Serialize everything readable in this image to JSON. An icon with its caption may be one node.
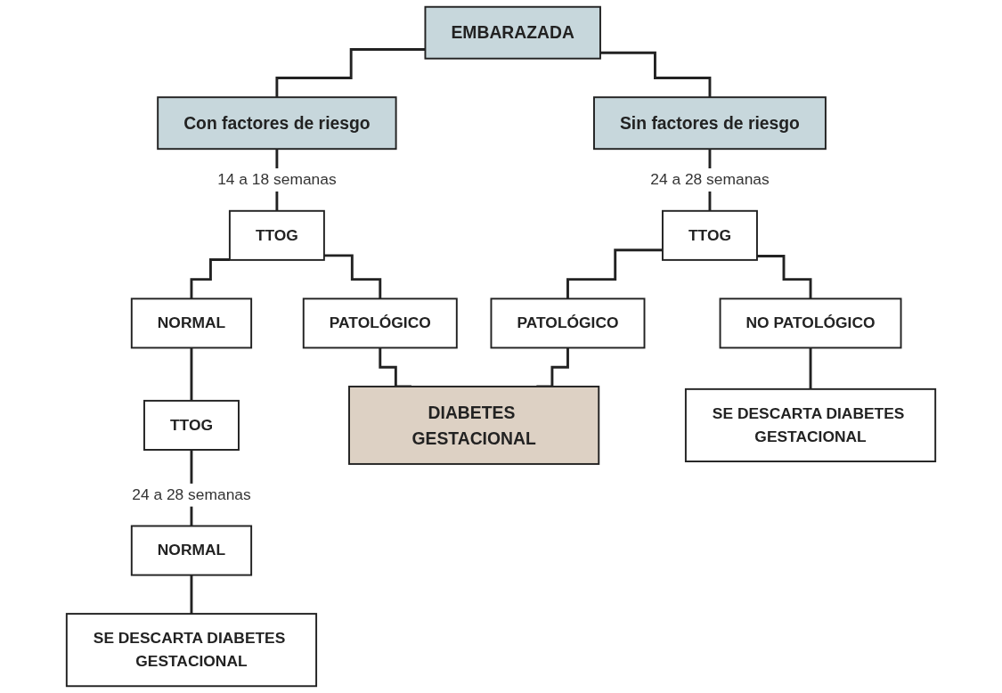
{
  "diagram": {
    "nodes": [
      {
        "text": [
          "EMBARAZADA"
        ]
      },
      {
        "text": [
          "Con factores de riesgo"
        ]
      },
      {
        "text": [
          "Sin factores de riesgo"
        ]
      },
      {
        "text": [
          "TTOG"
        ]
      },
      {
        "text": [
          "NORMAL"
        ]
      },
      {
        "text": [
          "PATOLÓGICO"
        ]
      },
      {
        "text": [
          "TTOG"
        ]
      },
      {
        "text": [
          "NORMAL"
        ]
      },
      {
        "text": [
          "SE DESCARTA DIABETES GESTACIONAL"
        ]
      },
      {
        "text": [
          "DIABETES GESTACIONAL"
        ]
      },
      {
        "text": [
          "TTOG"
        ]
      },
      {
        "text": [
          "PATOLÓGICO"
        ]
      },
      {
        "text": [
          "NO PATOLÓGICO"
        ]
      },
      {
        "text": [
          "SE DESCARTA DIABETES GESTACIONAL"
        ]
      }
    ],
    "edges": [
      {
        "from": 0,
        "to": 1,
        "arrow": "none"
      },
      {
        "from": 0,
        "to": 2,
        "arrow": "none"
      },
      {
        "from": 1,
        "to": 3,
        "arrow": "none",
        "label": "14 a 18 semanas"
      },
      {
        "from": 3,
        "to": 4,
        "arrow": "none"
      },
      {
        "from": 3,
        "to": 5,
        "arrow": "none"
      },
      {
        "from": 4,
        "to": 6,
        "arrow": "none"
      },
      {
        "from": 6,
        "to": 7,
        "arrow": "none",
        "label": "24 a 28 semanas"
      },
      {
        "from": 7,
        "to": 8,
        "arrow": "none"
      },
      {
        "from": 5,
        "to": 9,
        "arrow": "none"
      },
      {
        "from": 2,
        "to": 10,
        "arrow": "none",
        "label": "24 a 28 semanas"
      },
      {
        "from": 10,
        "to": 11,
        "arrow": "none"
      },
      {
        "from": 10,
        "to": 12,
        "arrow": "none"
      },
      {
        "from": 11,
        "to": 9,
        "arrow": "none"
      },
      {
        "from": 12,
        "to": 13,
        "arrow": "none"
      }
    ]
  }
}
